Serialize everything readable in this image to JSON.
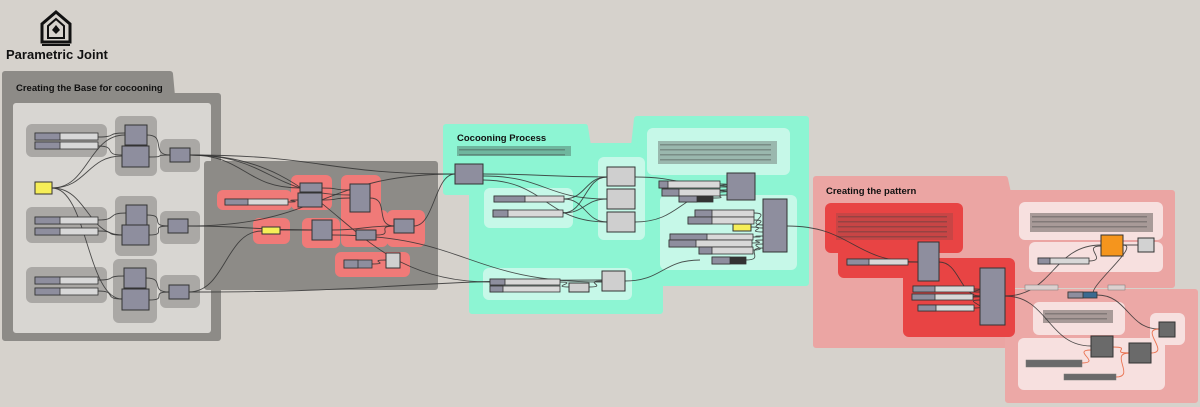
{
  "app": {
    "title": "Parametric Joint",
    "logo_icon": "parametric-joint-logo"
  },
  "groups": {
    "base": {
      "title": "Creating the Base for cocooning"
    },
    "cocooning": {
      "title": "Cocooning Process"
    },
    "pattern": {
      "title": "Creating the pattern"
    }
  },
  "colors": {
    "background": "#d6d2cc",
    "base_group": "#8d8b87",
    "cocooning_group": "#8df5d3",
    "pattern_group": "#eba5a3",
    "highlight_red": "#f07a78",
    "component": "#8e8e9e",
    "panel_yellow": "#f6ee58",
    "orange": "#f5951d"
  }
}
